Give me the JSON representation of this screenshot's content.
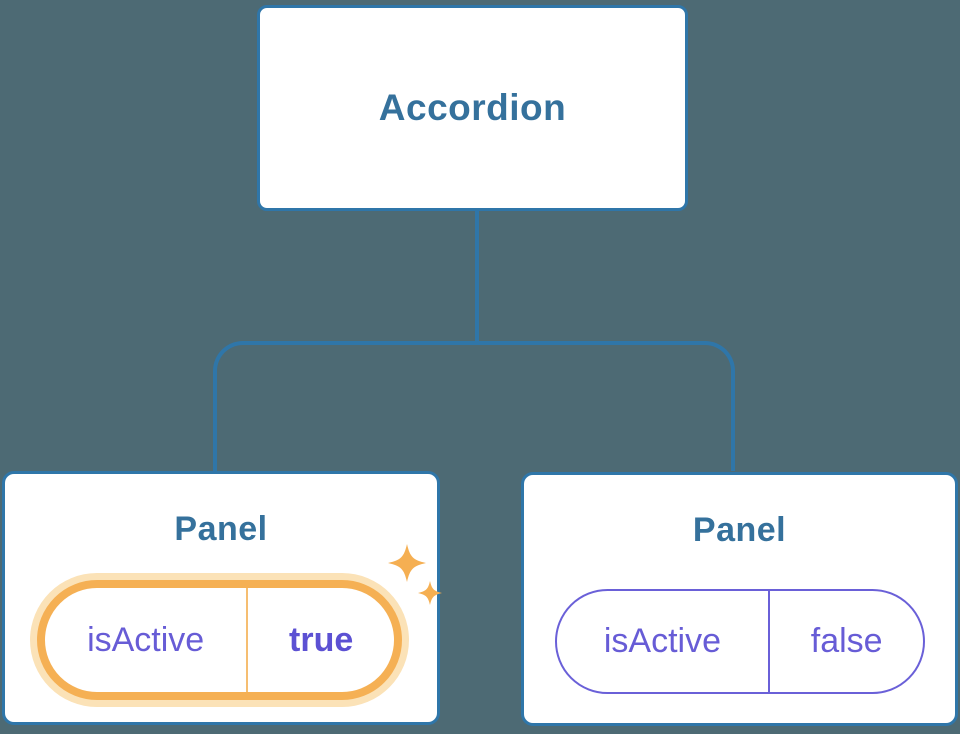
{
  "diagram": {
    "description": "Component tree diagram: Accordion parent with two Panel children holding isActive state",
    "tree": {
      "root": {
        "label": "Accordion"
      },
      "children": [
        {
          "label": "Panel",
          "state": {
            "key": "isActive",
            "value": "true"
          },
          "highlighted": true
        },
        {
          "label": "Panel",
          "state": {
            "key": "isActive",
            "value": "false"
          },
          "highlighted": false
        }
      ]
    },
    "colors": {
      "background": "#4D6A74",
      "node_fill": "#FFFFFF",
      "node_border_blue": "#2F76A9",
      "node_text_blue": "#35719C",
      "connector_blue": "#2F76A9",
      "state_text_purple": "#675CD6",
      "state_border_purple": "#6A60D8",
      "highlight_orange": "#F5B054",
      "highlight_halo_orange": "#FBE2B7",
      "sparkle_orange": "#F5AF52"
    },
    "icons": [
      "sparkles-icon"
    ]
  }
}
